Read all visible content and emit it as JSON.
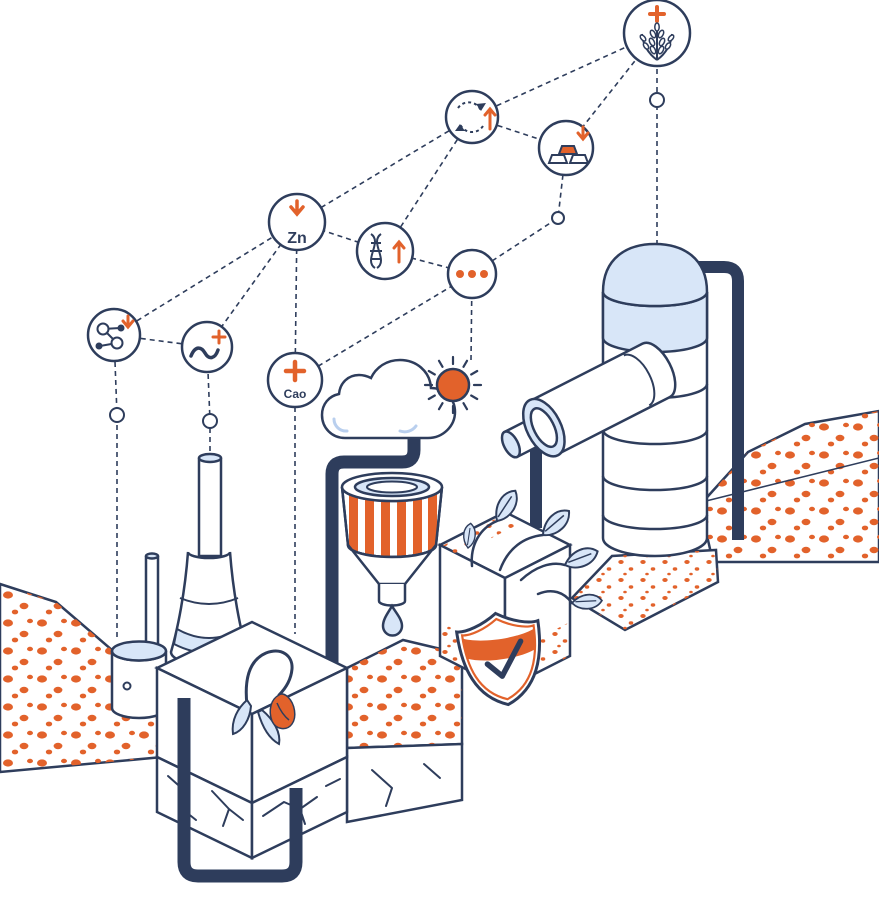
{
  "colors": {
    "navy": "#2E3D5C",
    "orange": "#E2622B",
    "lightblue": "#D8E6F8",
    "midblue": "#B9CFEE",
    "background": "#FFFFFF"
  },
  "network": {
    "nodes": [
      {
        "id": "wheat-yield",
        "icon": "wheat-plus-icon",
        "label": ""
      },
      {
        "id": "nutrient-cycle",
        "icon": "recycle-up-arrow-icon",
        "label": ""
      },
      {
        "id": "minerals",
        "icon": "gold-bars-down-arrow-icon",
        "label": ""
      },
      {
        "id": "zinc",
        "icon": "down-arrow-icon",
        "label": "Zn"
      },
      {
        "id": "dna",
        "icon": "dna-up-arrow-icon",
        "label": ""
      },
      {
        "id": "more",
        "icon": "ellipsis-icon",
        "label": ""
      },
      {
        "id": "molecule",
        "icon": "molecule-down-arrow-icon",
        "label": ""
      },
      {
        "id": "worm",
        "icon": "worm-plus-icon",
        "label": ""
      },
      {
        "id": "calcium",
        "icon": "plus-icon",
        "label": "Cao"
      }
    ]
  },
  "scene": {
    "elements": [
      "cloud",
      "sun",
      "silo",
      "horizontal-tank",
      "funnel",
      "water-drop",
      "chimney",
      "storage-tank",
      "left-soil-mound",
      "right-soil-mound",
      "wilted-plant-block",
      "cracked-soil-block",
      "healthy-plant-block",
      "protection-shield",
      "pipes",
      "network-links"
    ]
  }
}
